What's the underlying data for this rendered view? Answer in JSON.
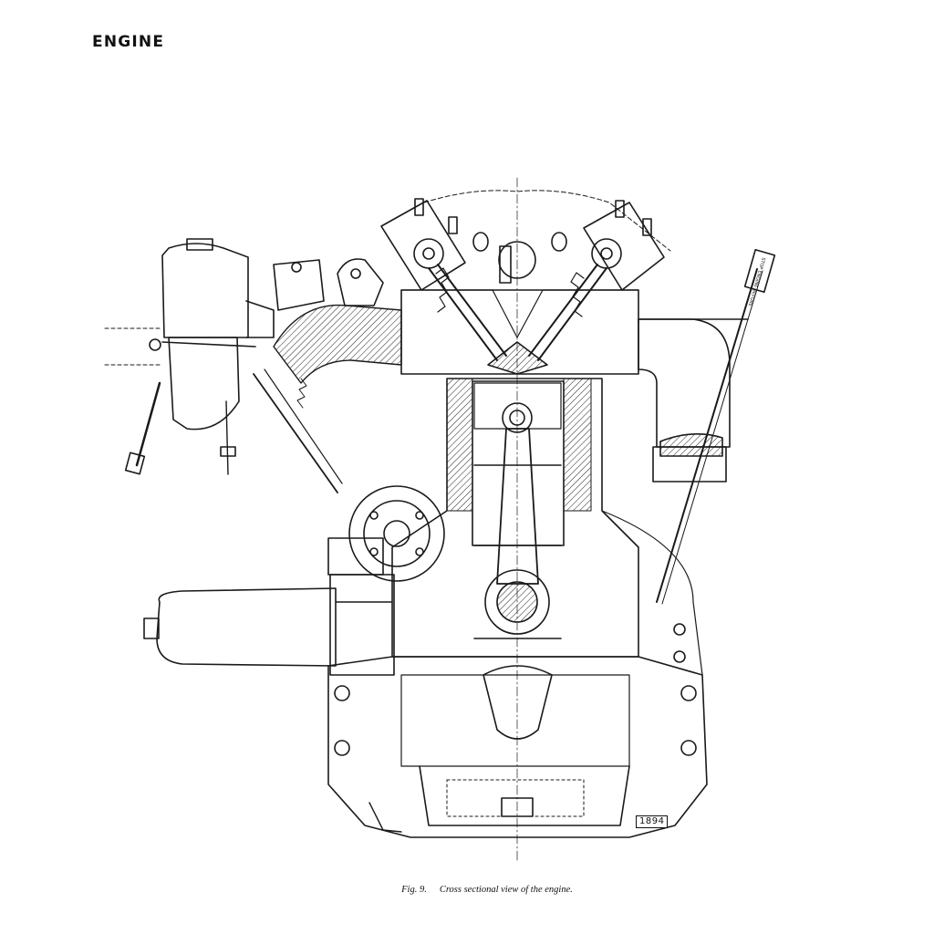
{
  "header": {
    "section_title": "ENGINE"
  },
  "figure": {
    "id_label": "1894",
    "caption_number": "Fig. 9.",
    "caption_text": "Cross sectional view of the engine.",
    "gauge_text": "STOP ENGINE BEFORE"
  }
}
